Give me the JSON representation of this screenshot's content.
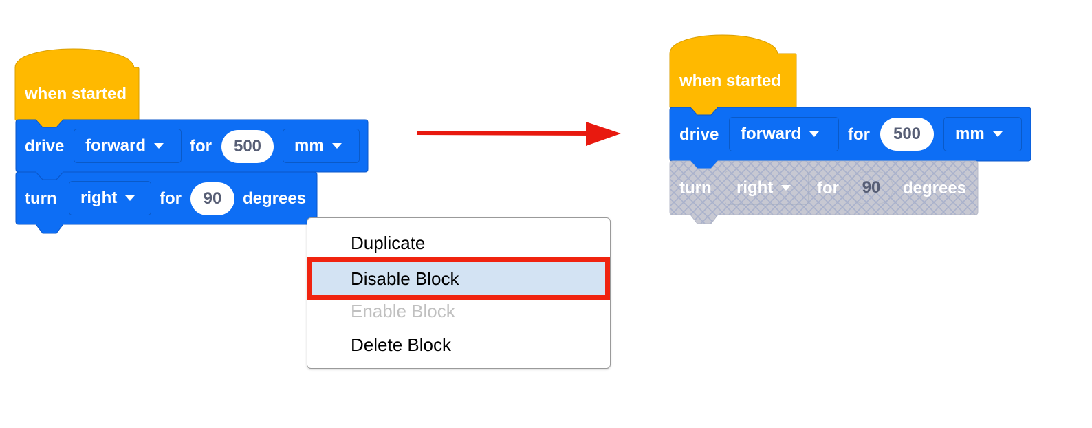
{
  "colors": {
    "hat_block": "#ffb900",
    "motion_block": "#0d6ef5",
    "disabled_block": "#c7c7cf",
    "arrow": "#e8190f",
    "highlight_border": "#f0230f",
    "highlight_fill": "#d3e3f3"
  },
  "left_stack": {
    "hat": {
      "label": "when started"
    },
    "drive_block": {
      "verb": "drive",
      "direction": "forward",
      "for_label": "for",
      "distance": "500",
      "unit": "mm"
    },
    "turn_block": {
      "verb": "turn",
      "direction": "right",
      "for_label": "for",
      "angle": "90",
      "unit_label": "degrees"
    }
  },
  "context_menu": {
    "items": [
      {
        "label": "Duplicate",
        "enabled": true,
        "highlighted": false
      },
      {
        "label": "Disable Block",
        "enabled": true,
        "highlighted": true
      },
      {
        "label": "Enable Block",
        "enabled": false,
        "highlighted": false
      },
      {
        "label": "Delete Block",
        "enabled": true,
        "highlighted": false
      }
    ]
  },
  "arrow": {
    "icon": "right-arrow-icon"
  },
  "right_stack": {
    "hat": {
      "label": "when started"
    },
    "drive_block": {
      "verb": "drive",
      "direction": "forward",
      "for_label": "for",
      "distance": "500",
      "unit": "mm"
    },
    "turn_block": {
      "verb": "turn",
      "direction": "right",
      "for_label": "for",
      "angle": "90",
      "unit_label": "degrees",
      "disabled": true
    }
  }
}
